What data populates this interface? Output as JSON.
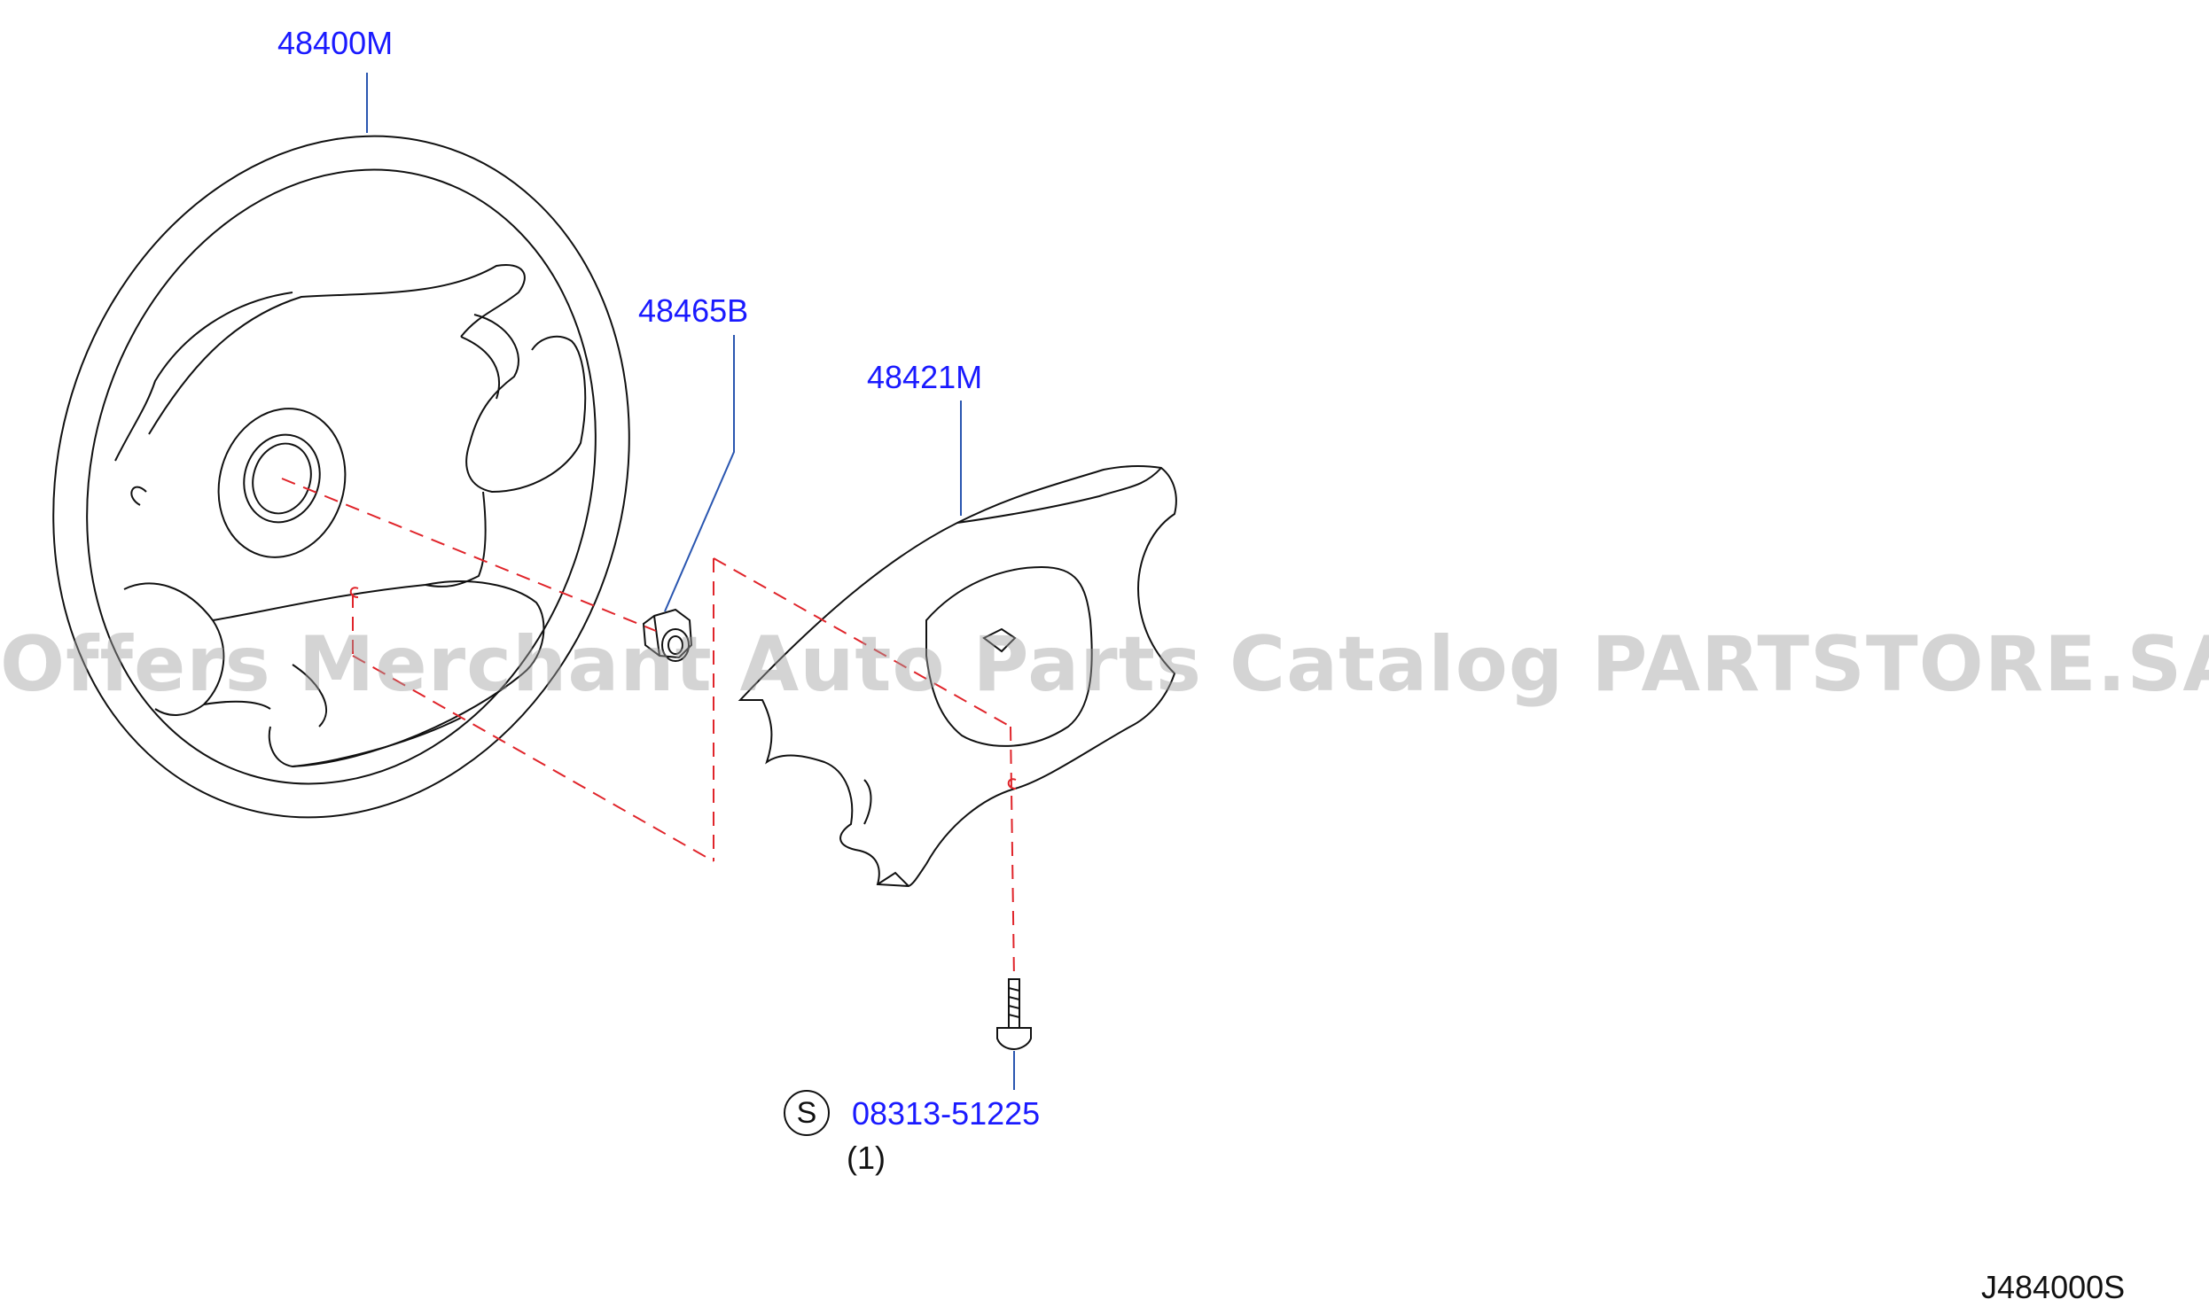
{
  "parts": {
    "steering_wheel": "48400M",
    "nut": "48465B",
    "pad": "48421M",
    "screw": "08313-51225",
    "screw_qty": "(1)",
    "screw_symbol": "S"
  },
  "diagram_code": "J484000S",
  "watermark": "Offers Merchant Auto Parts Catalog PARTSTORE.SA",
  "colors": {
    "label": "#1a1aff",
    "leader": "#2a56b0",
    "dash": "#e0242a",
    "outline": "#111111"
  }
}
